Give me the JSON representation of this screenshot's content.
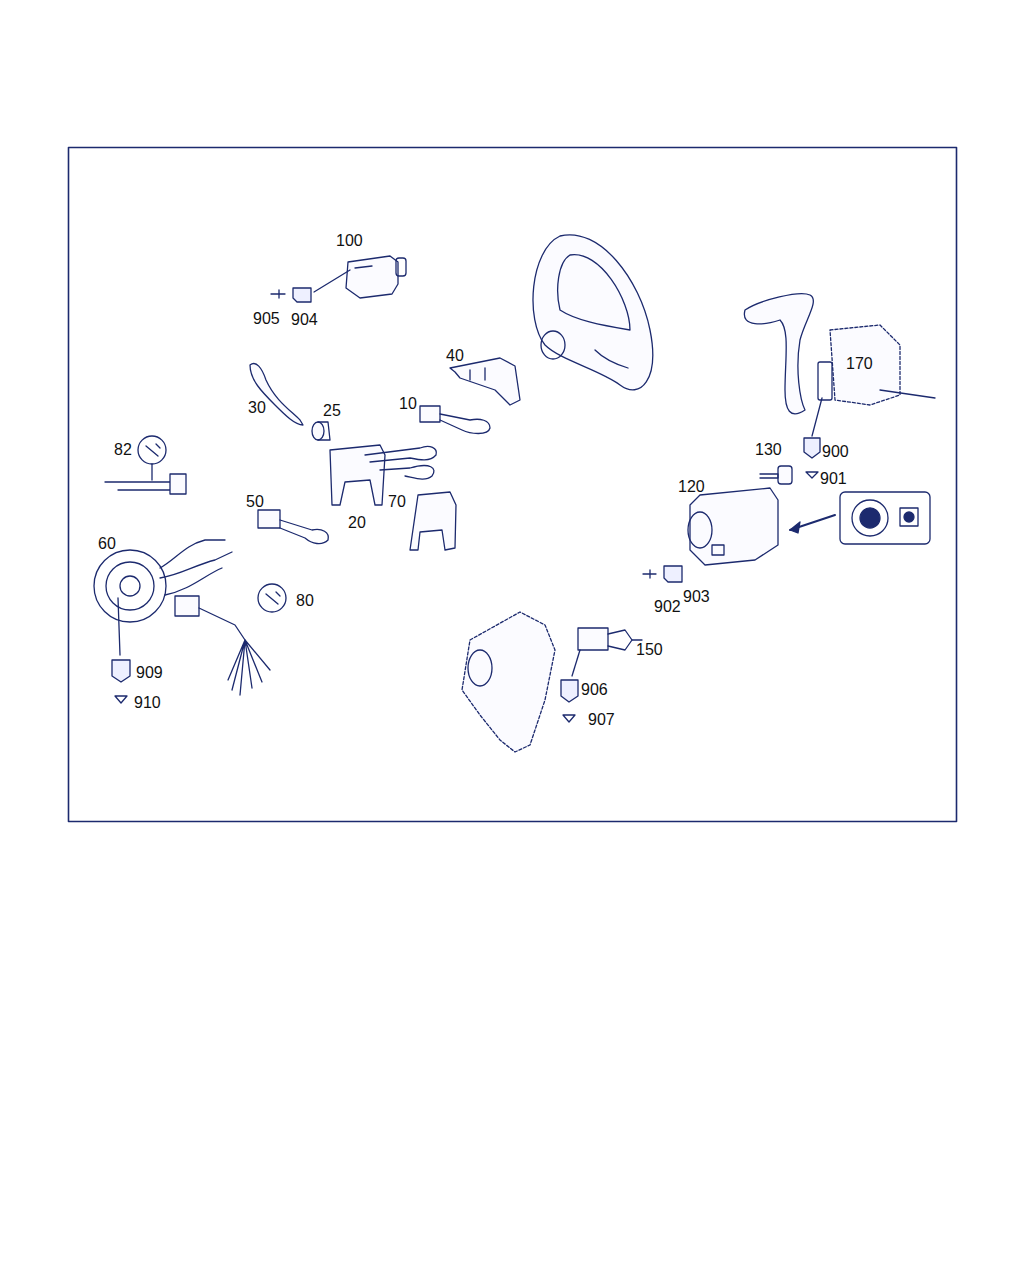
{
  "diagram": {
    "labels": [
      "100",
      "905",
      "904",
      "40",
      "170",
      "30",
      "25",
      "10",
      "82",
      "130",
      "900",
      "901",
      "120",
      "50",
      "20",
      "70",
      "60",
      "902",
      "903",
      "80",
      "150",
      "909",
      "906",
      "910",
      "907"
    ]
  }
}
